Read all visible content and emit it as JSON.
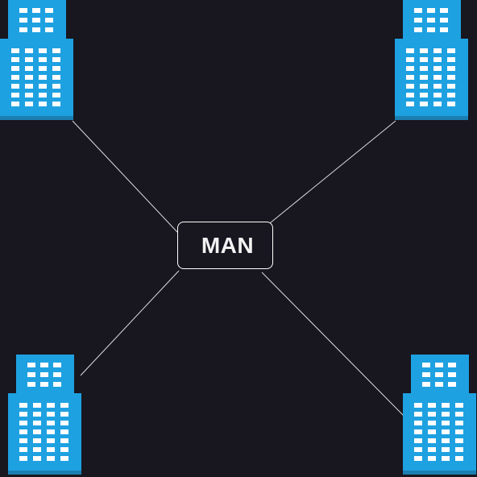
{
  "diagram": {
    "center_node": {
      "label": "MAN"
    },
    "nodes": [
      {
        "id": "top-left",
        "icon": "office-building-icon"
      },
      {
        "id": "top-right",
        "icon": "office-building-icon"
      },
      {
        "id": "bottom-left",
        "icon": "office-building-icon"
      },
      {
        "id": "bottom-right",
        "icon": "office-building-icon"
      }
    ],
    "edges": [
      {
        "from": "top-left",
        "to": "center"
      },
      {
        "from": "top-right",
        "to": "center"
      },
      {
        "from": "bottom-left",
        "to": "center"
      },
      {
        "from": "bottom-right",
        "to": "center"
      }
    ]
  },
  "colors": {
    "background": "#18161f",
    "building": "#1ea1e1",
    "building_shadow": "#1a7fb0",
    "window": "#ffffff",
    "line": "#ffffff"
  }
}
